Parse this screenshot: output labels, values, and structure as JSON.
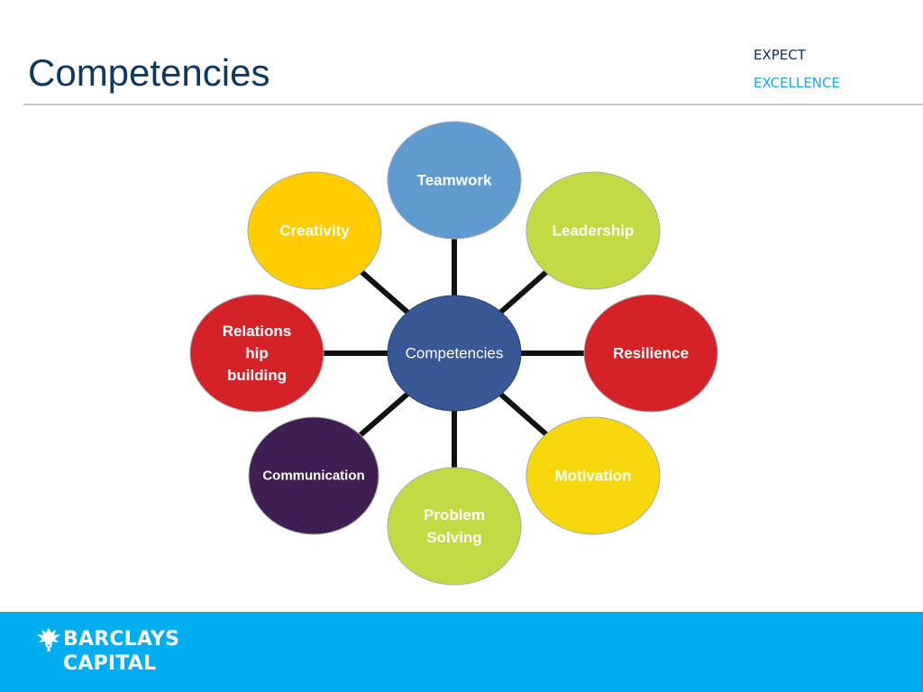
{
  "header": {
    "title": "Competencies",
    "tagline_line1": "EXPECT",
    "tagline_line2": "EXCELLENCE"
  },
  "diagram": {
    "center": {
      "label": "Competencies",
      "color": "#3a5795"
    },
    "nodes": [
      {
        "id": "teamwork",
        "lines": [
          "Teamwork"
        ],
        "color": "#5f9bcf"
      },
      {
        "id": "leadership",
        "lines": [
          "Leadership"
        ],
        "color": "#c5d944"
      },
      {
        "id": "resilience",
        "lines": [
          "Resilience"
        ],
        "color": "#d52229"
      },
      {
        "id": "motivation",
        "lines": [
          "Motivation"
        ],
        "color": "#f6d80a"
      },
      {
        "id": "problem-solving",
        "lines": [
          "Problem",
          "Solving"
        ],
        "color": "#c5d944"
      },
      {
        "id": "communication",
        "lines": [
          "Communication"
        ],
        "color": "#3f1f51"
      },
      {
        "id": "relationship-building",
        "lines": [
          "Relations",
          "hip",
          "building"
        ],
        "color": "#d52229"
      },
      {
        "id": "creativity",
        "lines": [
          "Creativity"
        ],
        "color": "#ffcd00"
      }
    ],
    "connector_color": "#111111"
  },
  "footer": {
    "brand_line1": "BARCLAYS",
    "brand_line2": "CAPITAL",
    "background": "#00aeef"
  }
}
